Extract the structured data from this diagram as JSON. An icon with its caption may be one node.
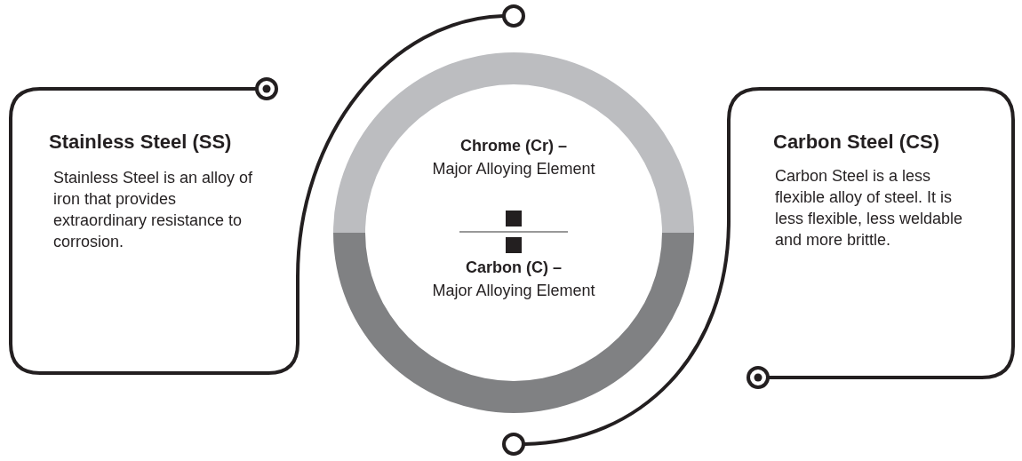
{
  "diagram": {
    "nodes": [
      {
        "text": [
          "Stainless Steel (SS)",
          "Stainless Steel is an alloy of iron that provides extraordinary resistance to corrosion."
        ]
      },
      {
        "text": [
          "Chrome (Cr) –",
          "Major Alloying Element",
          "Carbon (C) –",
          "Major Alloying Element"
        ]
      },
      {
        "text": [
          "Carbon Steel (CS)",
          "Carbon Steel is a less flexible alloy of steel. It is less flexible, less weldable and more brittle."
        ]
      }
    ]
  }
}
